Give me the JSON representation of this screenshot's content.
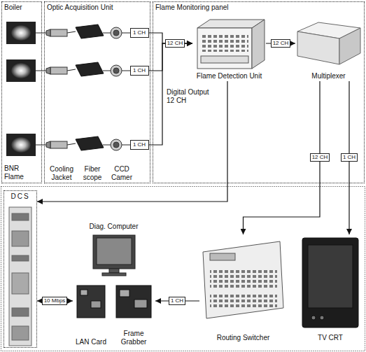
{
  "diagram": {
    "nodes": [
      {
        "text": [
          "Boiler",
          "BNR Flame"
        ]
      },
      {
        "text": [
          "Optic Acquisition Unit"
        ]
      },
      {
        "text": [
          "1 CH"
        ],
        "in": 1
      },
      {
        "text": [
          "1 CH"
        ],
        "in": 1
      },
      {
        "text": [
          "1 CH"
        ],
        "in": 1
      },
      {
        "text": [
          "Flame Monitoring panel"
        ]
      },
      {
        "text": [
          "Flame Detection Unit"
        ],
        "in": 5
      },
      {
        "text": [
          "Multiplexer"
        ],
        "in": 5
      },
      {
        "text": [
          "DCS"
        ]
      },
      {
        "text": [
          "Diag. Computer"
        ]
      },
      {
        "text": [
          "LAN Card"
        ],
        "in": 9
      },
      {
        "text": [
          "Frame Grabber"
        ],
        "in": 9
      },
      {
        "text": [
          "Routing Switcher"
        ]
      },
      {
        "text": [
          "TV CRT"
        ]
      }
    ],
    "edges": [
      {
        "from": 2,
        "to": 6,
        "arrow": "to"
      },
      {
        "from": 3,
        "to": 6,
        "label": "12 CH",
        "arrow": "to"
      },
      {
        "from": 4,
        "to": 6,
        "arrow": "to"
      },
      {
        "from": 6,
        "to": 7,
        "label": "12 CH",
        "arrow": "to"
      },
      {
        "from": 6,
        "to": 8,
        "label": "Digital Output 12 CH",
        "arrow": "to"
      },
      {
        "from": 7,
        "to": 12,
        "label": "12 CH",
        "arrow": "to"
      },
      {
        "from": 7,
        "to": 13,
        "label": "1 CH",
        "arrow": "to"
      },
      {
        "from": 12,
        "to": 11,
        "label": "1 CH",
        "arrow": "to"
      },
      {
        "from": 8,
        "to": 10,
        "label": "10 Mbps",
        "arrow": "both"
      }
    ],
    "labels": [
      "Cooling Jacket",
      "Fiber scope",
      "CCD Camer"
    ]
  }
}
